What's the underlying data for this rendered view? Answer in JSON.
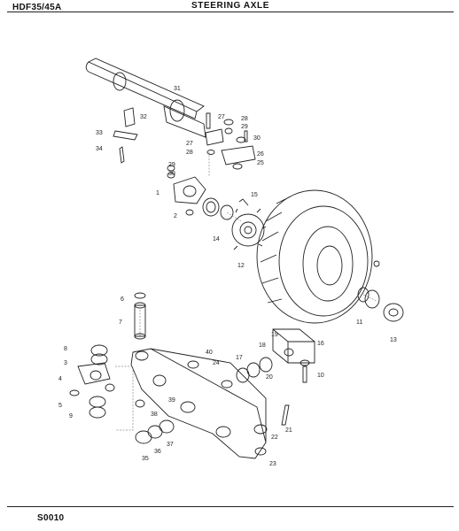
{
  "header": {
    "model": "HDF35/45A",
    "title": "STEERING AXLE"
  },
  "footer": {
    "code": "S0010"
  },
  "diagram": {
    "callouts": [
      "31",
      "32",
      "27",
      "28",
      "29",
      "30",
      "26",
      "25",
      "33",
      "34",
      "27",
      "28",
      "29",
      "30",
      "1",
      "2",
      "15",
      "14",
      "12",
      "11",
      "13",
      "6",
      "7",
      "8",
      "3",
      "4",
      "5",
      "9",
      "10",
      "16",
      "17",
      "18",
      "19",
      "20",
      "21",
      "22",
      "23",
      "24",
      "35",
      "36",
      "37",
      "38",
      "39",
      "40"
    ]
  }
}
